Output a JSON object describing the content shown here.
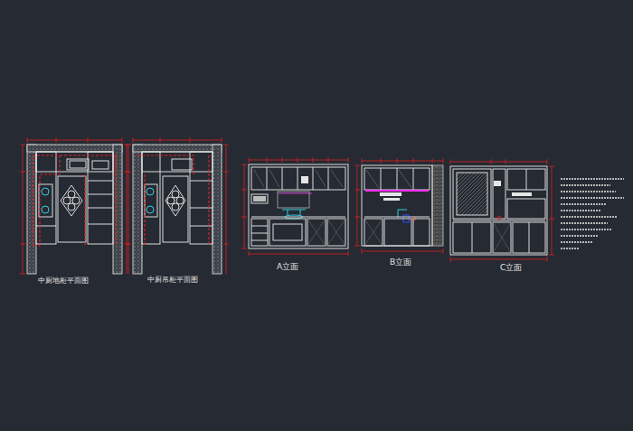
{
  "diagram": {
    "labels": [
      "中厨地柜平面图",
      "中厨吊柜平面图",
      "A立面",
      "B立面",
      "C立面"
    ]
  }
}
